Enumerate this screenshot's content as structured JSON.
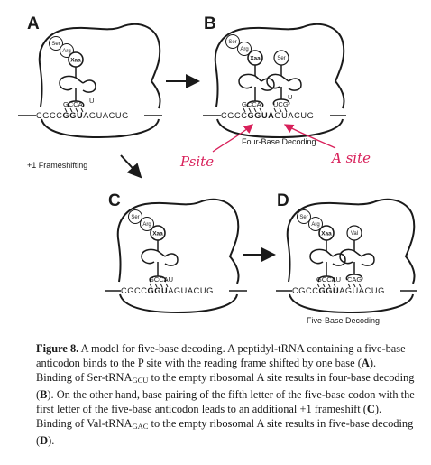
{
  "panels": {
    "A": {
      "letter": "A",
      "aa1": "Ser",
      "aa2": "Arg",
      "aa3": "Xaa",
      "mrna_pre": "CGCC",
      "mrna_bold": "GGU",
      "mrna_post": "AGUACUG",
      "anticodon": "GCCA",
      "anticodon_extra": "U"
    },
    "B": {
      "letter": "B",
      "aa1": "Ser",
      "aa2": "Arg",
      "aa3": "Xaa",
      "aa4": "Ser",
      "mrna_pre": "CGCC",
      "mrna_bold": "GGUA",
      "mrna_post": "GUACUG",
      "anticodon": "GCCA",
      "anticodon2": "UCG",
      "anticodon2_extra": "U",
      "caption": "Four-Base Decoding"
    },
    "C": {
      "letter": "C",
      "aa1": "Ser",
      "aa2": "Arg",
      "aa3": "Xaa",
      "mrna_pre": "CGCC",
      "mrna_bold": "GGU",
      "mrna_post": "AGUACUG",
      "anticodon": "GCCAU"
    },
    "D": {
      "letter": "D",
      "aa1": "Ser",
      "aa2": "Arg",
      "aa3": "Xaa",
      "aa4": "Val",
      "mrna_pre": "CGCC",
      "mrna_bold": "GGU",
      "mrna_post": "AGUACUG",
      "anticodon": "GCCAU",
      "anticodon2": "CAG",
      "caption": "Five-Base Decoding"
    }
  },
  "frameshift_label": "+1 Frameshifting",
  "annotations": {
    "p_site": "Psite",
    "a_site": "A site"
  },
  "caption": {
    "figure_label": "Figure 8.",
    "sentence1": " A model for five-base decoding. A peptidyl-tRNA containing a five-base anticodon binds to the P site with the reading frame shifted by one base (",
    "ref_A": "A",
    "sentence2a": "). Binding of Ser-tRNA",
    "sub1": "GCU",
    "sentence2b": " to the empty ribosomal A site results in four-base decoding (",
    "ref_B": "B",
    "sentence3": "). On the other hand, base pairing of the fifth letter of the five-base codon with the first letter of the five-base anticodon leads to an additional +1 frameshift (",
    "ref_C": "C",
    "sentence4a": "). Binding of Val-tRNA",
    "sub2": "GAC",
    "sentence4b": " to the empty ribosomal A site results in five-base decoding (",
    "ref_D": "D",
    "sentence4c": ")."
  },
  "colors": {
    "ink": "#1a1a1a",
    "annotation": "#d8205a",
    "background": "#ffffff"
  }
}
